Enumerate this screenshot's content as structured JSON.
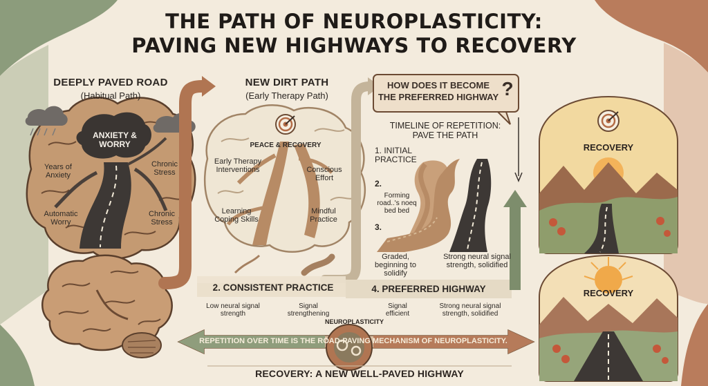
{
  "title_line1": "THE PATH OF NEUROPLASTICITY:",
  "title_line2": "PAVING NEW HIGHWAYS TO RECOVERY",
  "left_panel": {
    "heading": "DEEPLY PAVED ROAD",
    "subheading": "(Habitual Path)",
    "center_label": "ANXIETY & WORRY",
    "labels": [
      "Years of Anxiety",
      "Chronic Stress",
      "Automatic Worry",
      "Chronic Stress"
    ]
  },
  "middle_panel": {
    "heading": "NEW DIRT PATH",
    "subheading": "(Early Therapy Path)",
    "goal_label": "PEACE & RECOVERY",
    "labels": [
      "Early Therapy Interventions",
      "Conscious Effort",
      "Learning Coping Skills",
      "Mindful Practice"
    ]
  },
  "question": "HOW DOES IT BECOME THE PREFERRED HIGHWAY",
  "question_mark": "?",
  "timeline": {
    "heading_line1": "TIMELINE OF REPETITION:",
    "heading_line2": "PAVE THE PATH",
    "step1": "1. INITIAL PRACTICE",
    "step2_num": "2.",
    "step2_text": "Forming road..'s noeq bed bed",
    "step3_num": "3.",
    "caption_left": "Graded, beginning to solidify",
    "caption_right": "Strong neural signal strength, solidified"
  },
  "stages": {
    "consistent_practice": "2. CONSISTENT PRACTICE",
    "preferred_highway": "4. PREFERRED HIGHWAY",
    "low_signal": "Low neural signal strength",
    "signal_strengthening": "Signal strengthening",
    "signal_efficient": "Signal efficient",
    "strong_signal": "Strong neural signal strength, solidified"
  },
  "recovery_top": "RECOVERY",
  "recovery_bottom": "RECOVERY",
  "neuroplasticity_badge": "NEUROPLASTICITY",
  "banner": "REPETITION OVER TIME IS THE ROAD-PAVING MECHANISM OF NEUROPLASTICITY.",
  "footer": "RECOVERY: A NEW WELL-PAVED HIGHWAY",
  "colors": {
    "background": "#f3ebdd",
    "sage": "#8a9a78",
    "rust": "#b87a5a",
    "brain_tan": "#c49a72",
    "asphalt": "#3d3835"
  }
}
